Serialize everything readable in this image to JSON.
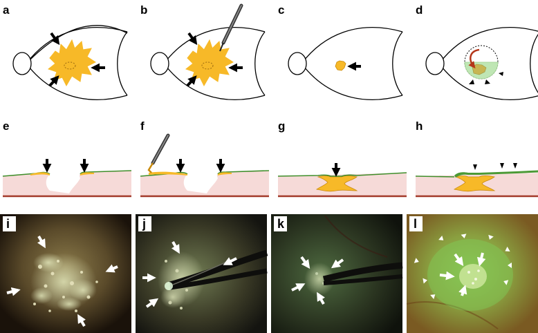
{
  "panels": {
    "a": "a",
    "b": "b",
    "c": "c",
    "d": "d",
    "e": "e",
    "f": "f",
    "g": "g",
    "h": "h",
    "i": "i",
    "j": "j",
    "k": "k",
    "l": "l"
  },
  "colors": {
    "membrane_yellow": "#F7B928",
    "membrane_outline": "#C98A0C",
    "retina_pink": "#F6DAD8",
    "retina_line_green": "#3E8E2A",
    "rpe_red": "#A23A2A",
    "arrow": "#000000",
    "indicator_green": "#BFE6B4",
    "curved_arrow_red": "#B4361A"
  },
  "icons": {
    "arrow": "arrow-icon",
    "arrowhead": "arrowhead-icon",
    "forceps": "forceps-icon"
  }
}
